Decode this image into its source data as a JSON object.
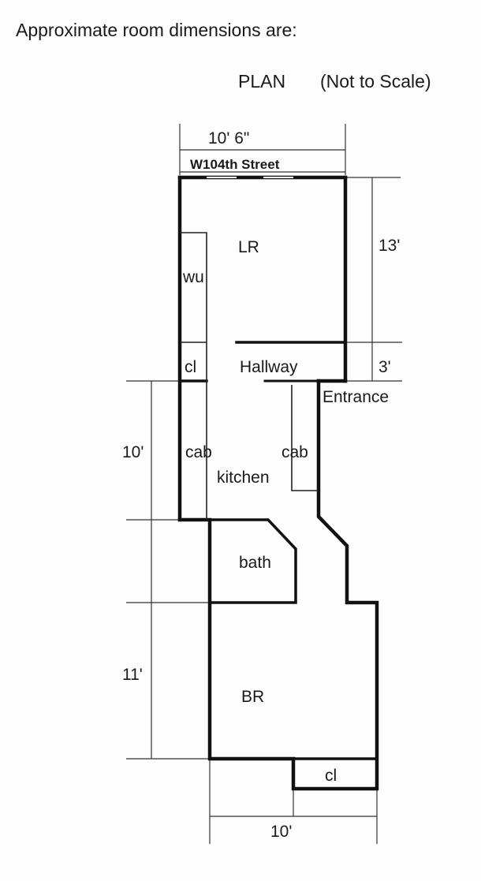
{
  "header": {
    "intro": "Approximate room dimensions are:",
    "plan": "PLAN",
    "scale_note": "(Not to Scale)"
  },
  "plan": {
    "street": "W104th Street",
    "rooms": {
      "living_room": "LR",
      "wall_unit": "wu",
      "closet_top": "cl",
      "hallway": "Hallway",
      "entrance": "Entrance",
      "cabinet_left": "cab",
      "cabinet_right": "cab",
      "kitchen": "kitchen",
      "bath": "bath",
      "bedroom": "BR",
      "closet_bottom": "cl"
    },
    "dimensions": {
      "top_width": "10' 6\"",
      "lr_depth": "13'",
      "hallway_depth": "3'",
      "kitchen_depth": "10'",
      "br_depth": "11'",
      "bottom_width": "10'"
    }
  }
}
